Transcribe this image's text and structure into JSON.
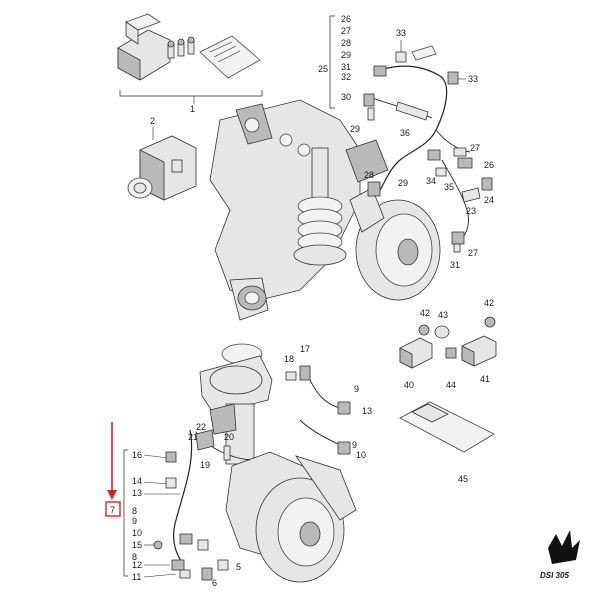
{
  "callouts": {
    "c1": "1",
    "c2": "2",
    "c25": "25",
    "c26a": "26",
    "c27a": "27",
    "c28a": "28",
    "c29a": "29",
    "c32a": "32",
    "c30": "30",
    "c31a": "31",
    "c33a": "33",
    "c33b": "33",
    "c36": "36",
    "c29b": "29",
    "c27b": "27",
    "c26b": "26",
    "c28b": "28",
    "c29c": "29",
    "c34": "34",
    "c35": "35",
    "c23": "23",
    "c24": "24",
    "c31b": "31",
    "c27c": "27",
    "c42a": "42",
    "c43": "43",
    "c42b": "42",
    "c40": "40",
    "c44": "44",
    "c41": "41",
    "c45": "45",
    "c18": "18",
    "c17": "17",
    "c9a": "9",
    "c13a": "13",
    "c22": "22",
    "c21": "21",
    "c20": "20",
    "c19": "19",
    "c16": "16",
    "c14": "14",
    "c9b": "9",
    "c10": "10",
    "c13b": "13",
    "c7": "7",
    "c8a": "8",
    "c9c": "9",
    "c8b": "8",
    "c10b": "10",
    "c15": "15",
    "c12": "12",
    "c11": "11",
    "c6": "6",
    "c5": "5"
  },
  "watermark": "DSI 305",
  "colors": {
    "highlight": "#e02020",
    "ink": "#222222",
    "part_fill": "#e6e6e6"
  }
}
